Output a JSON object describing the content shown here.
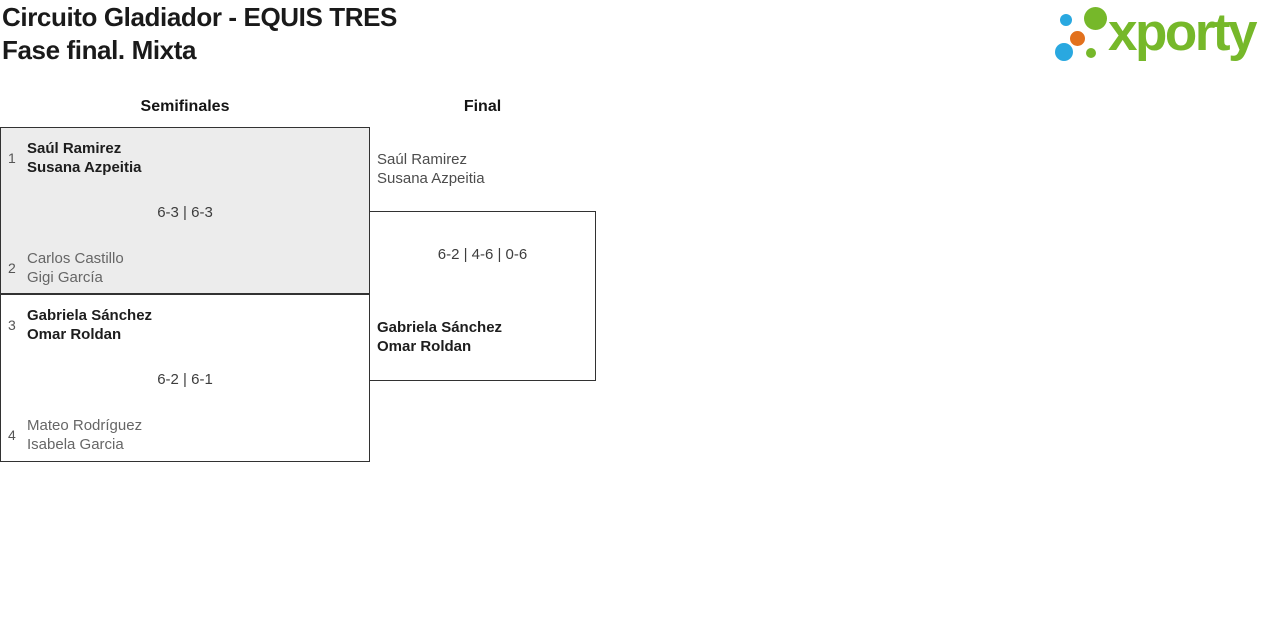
{
  "page": {
    "title_line1": "Circuito Gladiador - EQUIS TRES",
    "title_line2": "Fase final. Mixta"
  },
  "logo": {
    "text": "xporty",
    "colors": {
      "green": "#76b82a",
      "blue": "#29a8e0",
      "orange": "#e2711d"
    }
  },
  "bracket": {
    "round_headers": [
      {
        "label": "Semifinales"
      },
      {
        "label": "Final"
      }
    ],
    "matches": [
      {
        "round": "Semifinales",
        "seed_top": "1",
        "team_top_line1": "Saúl Ramirez",
        "team_top_line2": "Susana Azpeitia",
        "score": "6-3 | 6-3",
        "seed_bottom": "2",
        "team_bottom_line1": "Carlos Castillo",
        "team_bottom_line2": "Gigi García",
        "winner": "top"
      },
      {
        "round": "Semifinales",
        "seed_top": "3",
        "team_top_line1": "Gabriela Sánchez",
        "team_top_line2": "Omar Roldan",
        "score": "6-2 | 6-1",
        "seed_bottom": "4",
        "team_bottom_line1": "Mateo Rodríguez",
        "team_bottom_line2": "Isabela Garcia",
        "winner": "top"
      },
      {
        "round": "Final",
        "team_top_line1": "Saúl Ramirez",
        "team_top_line2": "Susana Azpeitia",
        "score": "6-2 | 4-6 | 0-6",
        "team_bottom_line1": "Gabriela Sánchez",
        "team_bottom_line2": "Omar Roldan",
        "winner": "bottom"
      }
    ]
  }
}
